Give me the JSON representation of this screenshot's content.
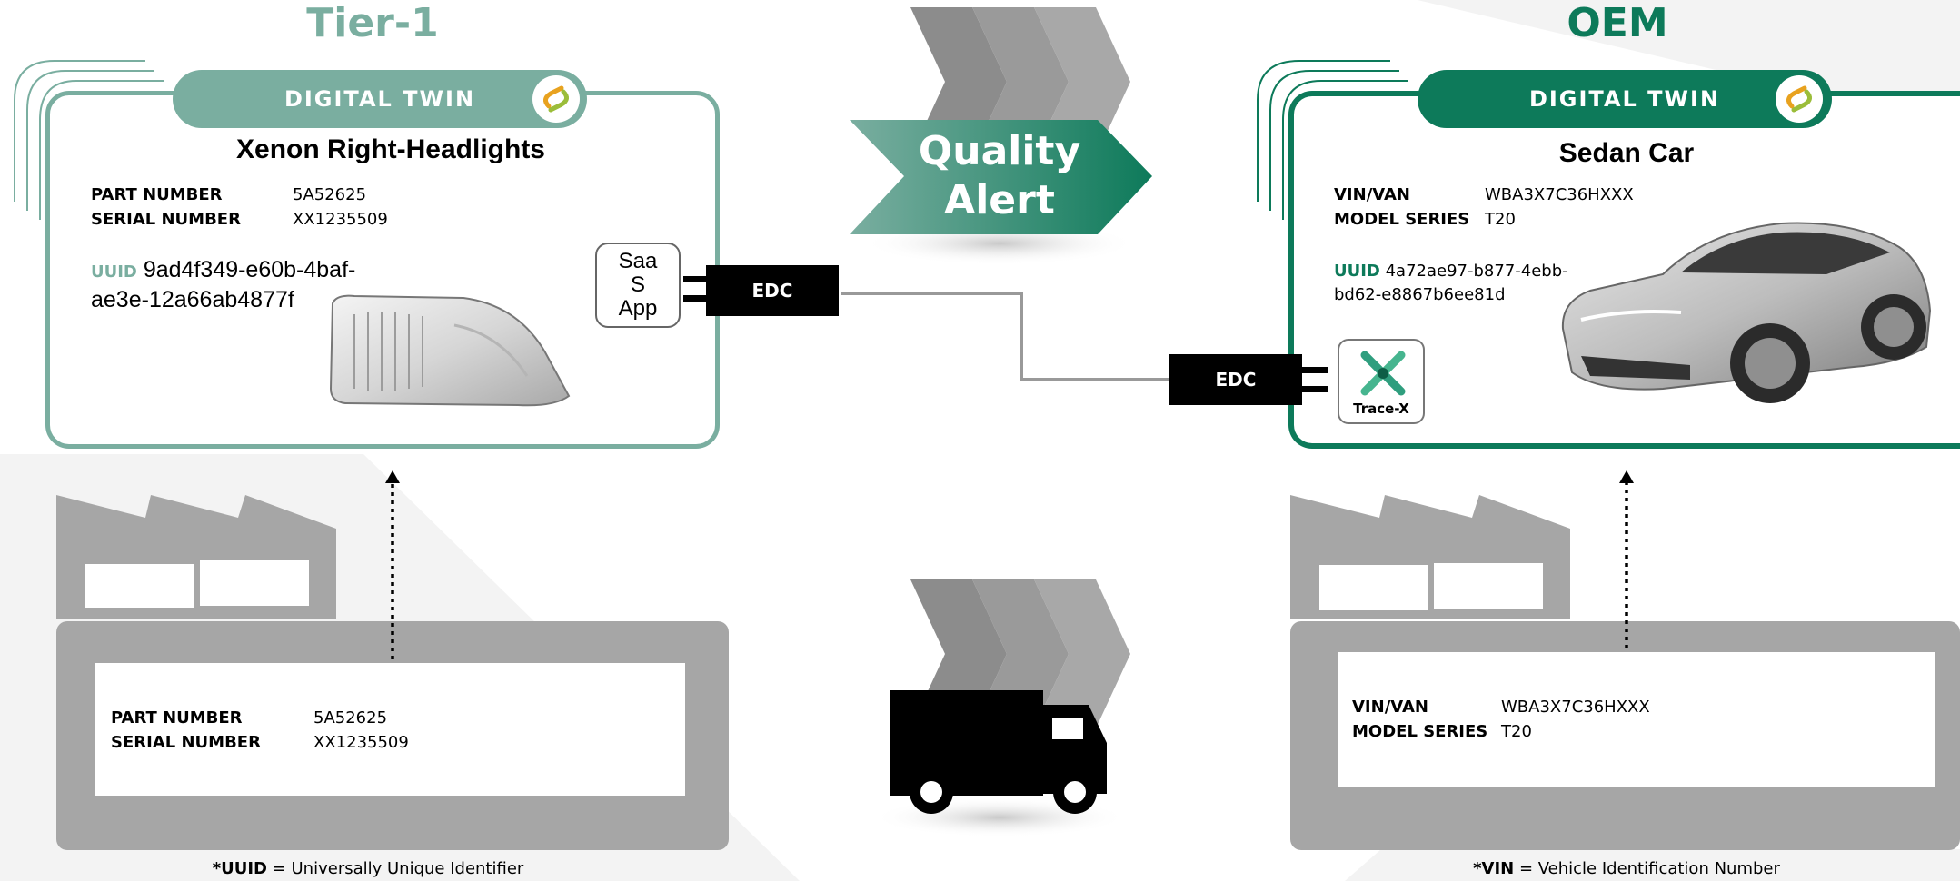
{
  "tier1": {
    "title": "Tier-1",
    "twin_label": "DIGITAL TWIN",
    "heading": "Xenon Right-Headlights",
    "fields": [
      {
        "label": "PART NUMBER",
        "value": "5A52625"
      },
      {
        "label": "SERIAL NUMBER",
        "value": "XX1235509"
      }
    ],
    "uuid_key": "UUID",
    "uuid_value": "9ad4f349-e60b-4baf-ae3e-12a66ab4877f",
    "app_label": "Saa S App",
    "edc_label": "EDC",
    "factory_fields": [
      {
        "label": "PART NUMBER",
        "value": "5A52625"
      },
      {
        "label": "SERIAL NUMBER",
        "value": "XX1235509"
      }
    ],
    "footnote_key": "*UUID",
    "footnote_text": " = Universally Unique Identifier"
  },
  "center": {
    "alert_line1": "Quality",
    "alert_line2": "Alert"
  },
  "oem": {
    "title": "OEM",
    "twin_label": "DIGITAL TWIN",
    "heading": "Sedan Car",
    "fields": [
      {
        "label": "VIN/VAN",
        "value": "WBA3X7C36HXXX"
      },
      {
        "label": "MODEL SERIES",
        "value": "T20"
      }
    ],
    "uuid_key": "UUID",
    "uuid_value": "4a72ae97-b877-4ebb-bd62-e8867b6ee81d",
    "edc_label": "EDC",
    "app_label": "Trace-X",
    "factory_fields": [
      {
        "label": "VIN/VAN",
        "value": "WBA3X7C36HXXX"
      },
      {
        "label": "MODEL SERIES",
        "value": "T20"
      }
    ],
    "footnote_key": "*VIN",
    "footnote_text": " = Vehicle Identification Number"
  },
  "colors": {
    "tier1_accent": "#7aaea0",
    "oem_accent": "#0d7a5a",
    "grey": "#a6a6a6"
  }
}
